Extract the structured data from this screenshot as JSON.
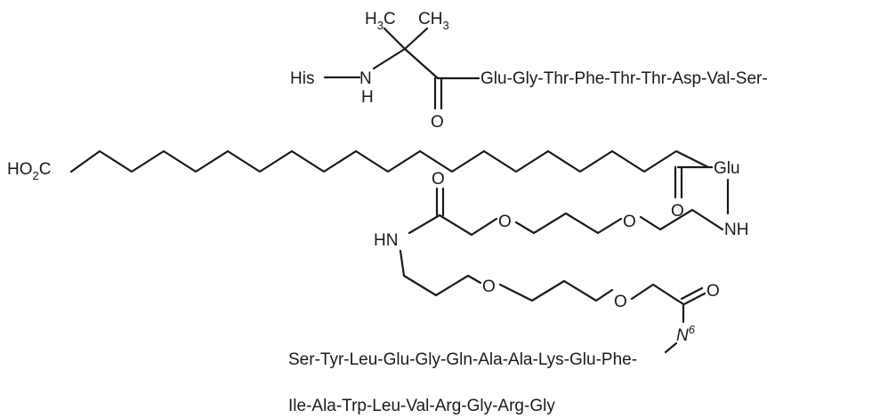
{
  "molecule": {
    "labels": {
      "his": "His",
      "n_top": "N",
      "h_top": "H",
      "methyl_1_main": "H",
      "methyl_1_sub": "3",
      "methyl_1_tail": "C",
      "methyl_2_main": "CH",
      "methyl_2_sub": "3",
      "o_aib": "O",
      "acid_main": "HO",
      "acid_sub": "2",
      "acid_tail": "C",
      "glu_side": "Glu",
      "o_fatty": "O",
      "nh_right": "NH",
      "o_amide": "O",
      "ether_o1": "O",
      "ether_o2": "O",
      "hn_left": "HN",
      "ether_o3": "O",
      "ether_o4": "O",
      "o_carbonyl": "O",
      "n_lys": "N",
      "n_lys_sup": "6"
    },
    "sequences": {
      "line1": "Glu-Gly-Thr-Phe-Thr-Thr-Asp-Val-Ser-",
      "line2": "Ser-Tyr-Leu-Glu-Gly-Gln-Ala-Ala-Lys-Glu-Phe-",
      "line3": "Ile-Ala-Trp-Leu-Val-Arg-Gly-Arg-Gly"
    }
  }
}
